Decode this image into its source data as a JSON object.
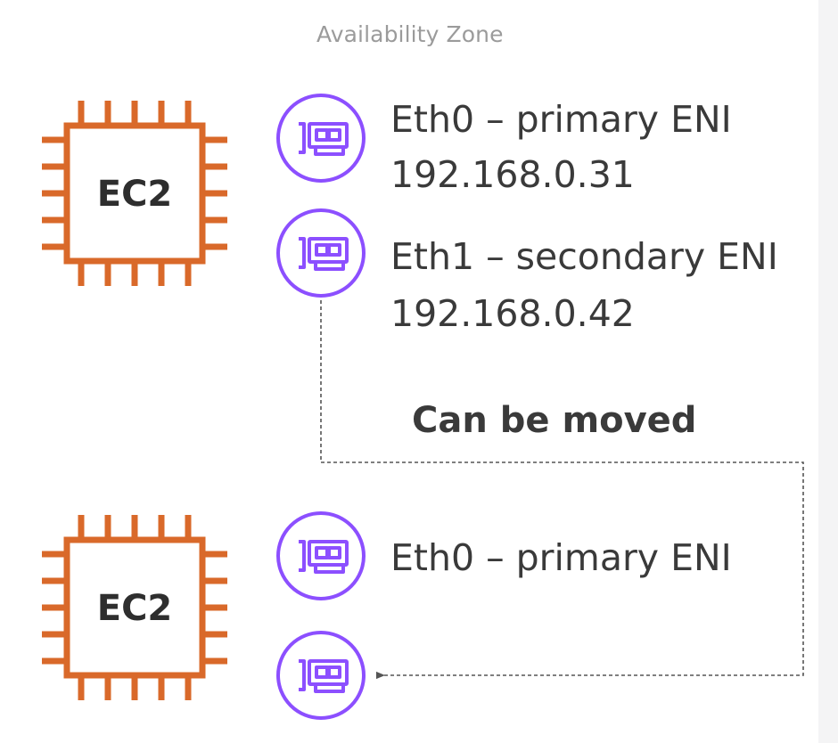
{
  "zone": {
    "label": "Availability Zone"
  },
  "instances": [
    {
      "label": "EC2",
      "enis": [
        {
          "name": "Eth0 – primary ENI",
          "ip": "192.168.0.31"
        },
        {
          "name": "Eth1 – secondary ENI",
          "ip": "192.168.0.42"
        }
      ]
    },
    {
      "label": "EC2",
      "enis": [
        {
          "name": "Eth0 – primary ENI",
          "ip": ""
        },
        {
          "name": "",
          "ip": ""
        }
      ]
    }
  ],
  "move": {
    "label": "Can be moved"
  },
  "colors": {
    "ec2": "#d9692a",
    "eni": "#8c4fff",
    "text": "#3a3a3a",
    "zone": "#9b9b9b",
    "connector": "#555555"
  },
  "icons": {
    "instance": "ec2-chip-icon",
    "eni": "network-card-icon"
  }
}
